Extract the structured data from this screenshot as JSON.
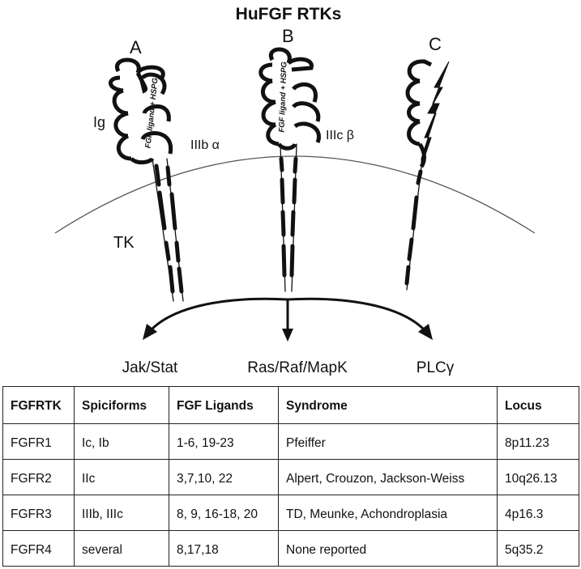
{
  "title": "HuFGF RTKs",
  "receptors": [
    {
      "letter": "A",
      "variant_label": "IIIb α",
      "rotated_label": "FGF ligand + HSPG"
    },
    {
      "letter": "B",
      "variant_label": "IIIc β",
      "rotated_label": "FGF ligand + HSPG"
    },
    {
      "letter": "C"
    }
  ],
  "domain_labels": {
    "ig": "Ig",
    "tk": "TK"
  },
  "pathways": [
    "Jak/Stat",
    "Ras/Raf/MapK",
    "PLCγ"
  ],
  "table": {
    "headers": [
      "FGFRTK",
      "Spiciforms",
      "FGF Ligands",
      "Syndrome",
      "Locus"
    ],
    "rows": [
      [
        "FGFR1",
        "Ic, Ib",
        "1-6, 19-23",
        "Pfeiffer",
        "8p11.23"
      ],
      [
        "FGFR2",
        "IIc",
        "3,7,10, 22",
        "Alpert, Crouzon, Jackson-Weiss",
        "10q26.13"
      ],
      [
        "FGFR3",
        "IIIb, IIIc",
        "8, 9, 16-18, 20",
        "TD, Meunke, Achondroplasia",
        "4p16.3"
      ],
      [
        "FGFR4",
        "several",
        "8,17,18",
        "None reported",
        "5q35.2"
      ]
    ]
  }
}
